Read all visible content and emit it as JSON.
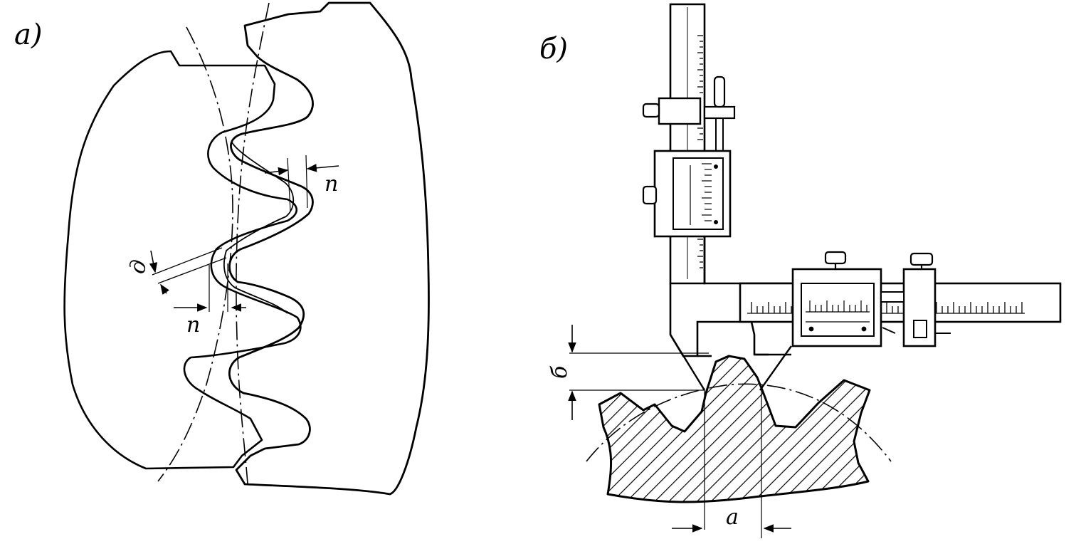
{
  "figure": {
    "panel_a": {
      "label": "а)",
      "dimensions": {
        "backlash_normal": "п",
        "backlash_side": "п",
        "gap": "д"
      }
    },
    "panel_b": {
      "label": "б)",
      "dimensions": {
        "chord_height": "б",
        "chord_thickness": "а"
      }
    },
    "colors": {
      "ink": "#000000",
      "paper": "#ffffff"
    }
  }
}
